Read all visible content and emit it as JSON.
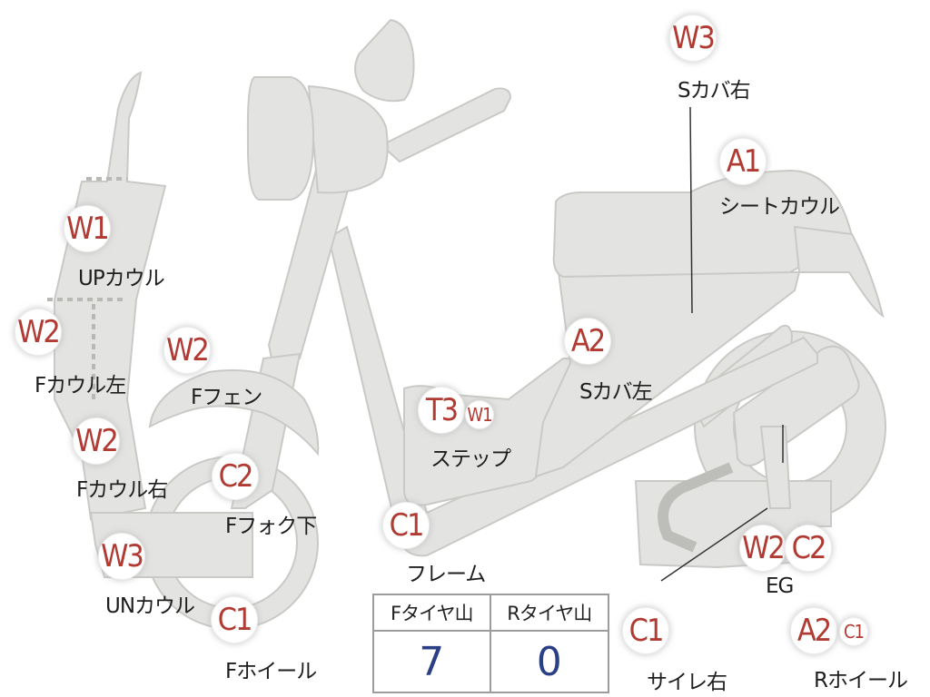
{
  "markers": [
    {
      "code": "W3",
      "label": "Sカバ右"
    },
    {
      "code": "A1",
      "label": "シートカウル"
    },
    {
      "code": "W1",
      "label": "UPカウル"
    },
    {
      "code": "W2",
      "label": "Fカウル左"
    },
    {
      "code": "W2",
      "label": "Fフェン"
    },
    {
      "code": "A2",
      "label": "Sカバ左"
    },
    {
      "code": "T3",
      "extra": "W1",
      "label": "ステップ"
    },
    {
      "code": "W2",
      "label": "Fカウル右"
    },
    {
      "code": "C2",
      "label": "Fフォク下"
    },
    {
      "code": "C1",
      "label": "フレーム"
    },
    {
      "code": "W3",
      "label": "UNカウル"
    },
    {
      "code": "C1",
      "label": "Fホイール"
    },
    {
      "code": "W2",
      "extra": "C2",
      "label": "EG"
    },
    {
      "code": "C1",
      "label": "サイレ右"
    },
    {
      "code": "A2",
      "extra": "C1",
      "label": "Rホイール"
    }
  ],
  "tire_table": {
    "headers": [
      "Fタイヤ山",
      "Rタイヤ山"
    ],
    "values": [
      "7",
      "0"
    ]
  },
  "colors": {
    "code": "#b13a33",
    "value": "#2b3f86",
    "part": "#e3e3e1"
  }
}
